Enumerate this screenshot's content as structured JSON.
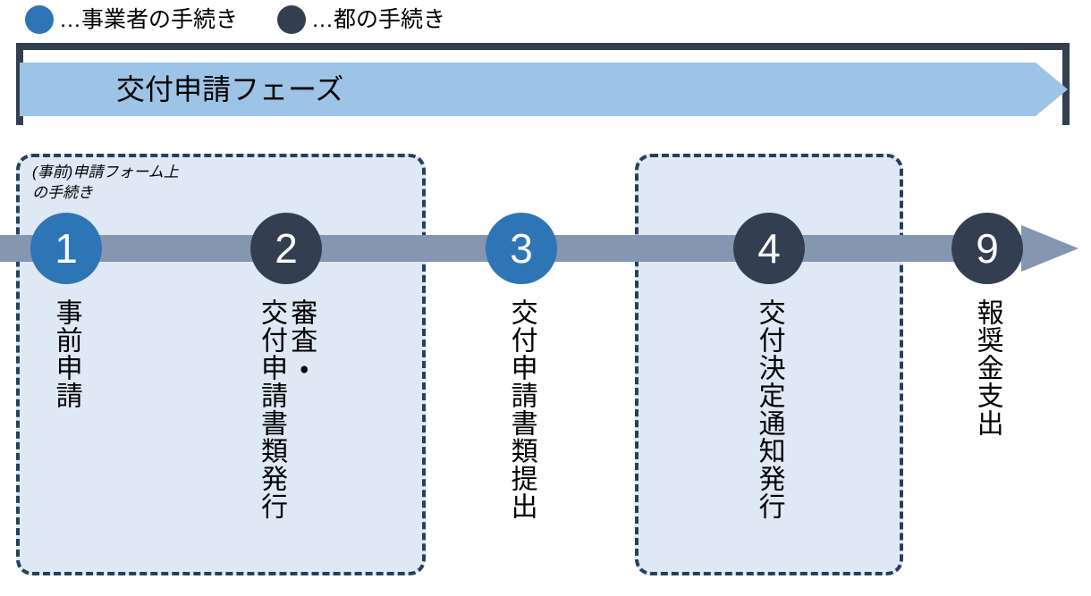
{
  "legend": {
    "items": [
      {
        "name": "vendor",
        "color": "#2E75B6",
        "label": "…事業者の手続き"
      },
      {
        "name": "metro",
        "color": "#333F50",
        "label": "…都の手続き"
      }
    ]
  },
  "phase": {
    "title": "交付申請フェーズ",
    "banner_color": "#9DC3E6",
    "bracket_color": "#333F50"
  },
  "groups": [
    {
      "name": "application-form-group",
      "note": "(事前)申請フォーム上\nの手続き",
      "fill": "#DEE9F5",
      "border": "#27405A"
    },
    {
      "name": "decision-notice-group",
      "note": "",
      "fill": "#DEE9F5",
      "border": "#27405A"
    }
  ],
  "timeline": {
    "color": "#8496B0"
  },
  "steps": [
    {
      "number": "1",
      "actor": "vendor",
      "color": "#2E75B6",
      "label_columns": [
        "事前申請"
      ],
      "in_group": "application-form-group"
    },
    {
      "number": "2",
      "actor": "metro",
      "color": "#333F50",
      "label_columns": [
        "審査・",
        "交付申請書類発行"
      ],
      "in_group": "application-form-group"
    },
    {
      "number": "3",
      "actor": "vendor",
      "color": "#2E75B6",
      "label_columns": [
        "交付申請書類提出"
      ],
      "in_group": null
    },
    {
      "number": "4",
      "actor": "metro",
      "color": "#333F50",
      "label_columns": [
        "交付決定通知発行"
      ],
      "in_group": "decision-notice-group"
    },
    {
      "number": "9",
      "actor": "metro",
      "color": "#333F50",
      "label_columns": [
        "報奨金支出"
      ],
      "in_group": null
    }
  ]
}
